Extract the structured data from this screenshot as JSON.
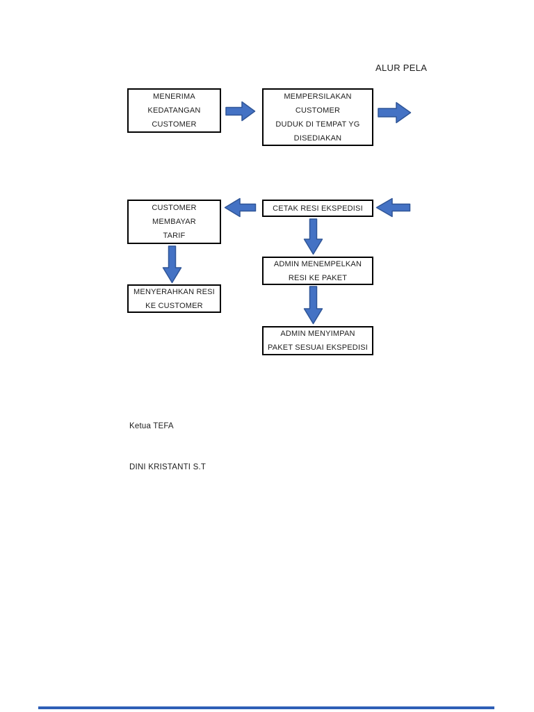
{
  "document": {
    "title": "ALUR PELA",
    "signature": {
      "role": "Ketua TEFA",
      "name": "DINI KRISTANTI S.T"
    }
  },
  "colors": {
    "arrow_fill": "#4472C4",
    "arrow_stroke": "#2F5597",
    "box_border": "#000000",
    "text": "#1C1C1C",
    "page_bottom_bar": "#2E5FB7"
  },
  "flowchart": {
    "boxes": [
      {
        "name": "menerima-kedatangan-customer",
        "lines": [
          "MENERIMA",
          "KEDATANGAN",
          "CUSTOMER"
        ]
      },
      {
        "name": "mempersilakan-customer",
        "lines": [
          "MEMPERSILAKAN",
          "CUSTOMER",
          "DUDUK DI TEMPAT YG",
          "DISEDIAKAN"
        ]
      },
      {
        "name": "customer-membayar-tarif",
        "lines": [
          "CUSTOMER",
          "MEMBAYAR",
          "TARIF"
        ]
      },
      {
        "name": "cetak-resi-ekspedisi",
        "lines": [
          "CETAK RESI EKSPEDISI"
        ]
      },
      {
        "name": "menyerahkan-resi-ke-customer",
        "lines": [
          "MENYERAHKAN RESI",
          "KE CUSTOMER"
        ]
      },
      {
        "name": "admin-menempelkan-resi-ke-paket",
        "lines": [
          "ADMIN MENEMPELKAN",
          "RESI KE PAKET"
        ]
      },
      {
        "name": "admin-menyimpan-paket",
        "lines": [
          "ADMIN MENYIMPAN",
          "PAKET SESUAI EKSPEDISI"
        ]
      }
    ],
    "connections": [
      {
        "from": "menerima-kedatangan-customer",
        "to": "mempersilakan-customer",
        "direction": "right"
      },
      {
        "from": "mempersilakan-customer",
        "to": "offpage-right",
        "direction": "right"
      },
      {
        "from": "offpage-right",
        "to": "cetak-resi-ekspedisi",
        "direction": "left"
      },
      {
        "from": "cetak-resi-ekspedisi",
        "to": "customer-membayar-tarif",
        "direction": "left"
      },
      {
        "from": "customer-membayar-tarif",
        "to": "menyerahkan-resi-ke-customer",
        "direction": "down"
      },
      {
        "from": "cetak-resi-ekspedisi",
        "to": "admin-menempelkan-resi-ke-paket",
        "direction": "down"
      },
      {
        "from": "admin-menempelkan-resi-ke-paket",
        "to": "admin-menyimpan-paket",
        "direction": "down"
      }
    ]
  }
}
